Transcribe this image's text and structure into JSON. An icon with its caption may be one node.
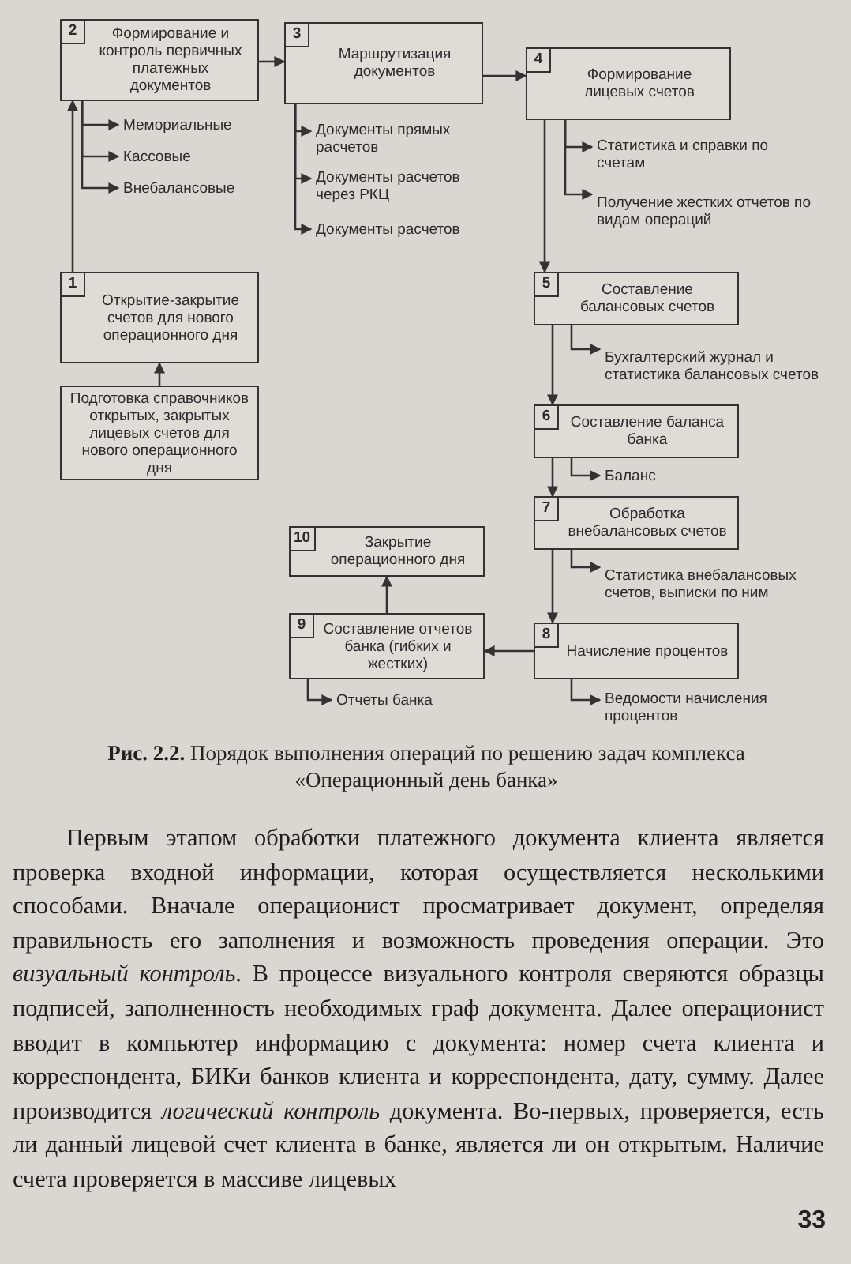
{
  "diagram": {
    "caption": "**Рис. 2.2.** Порядок выполнения операций по решению задач комплекса «Операционный день банка»",
    "nodes": [
      {
        "text": [
          "2",
          "Формирование и контроль первичных платежных документов"
        ]
      },
      {
        "text": [
          "Мемориальные"
        ]
      },
      {
        "text": [
          "Кассовые"
        ]
      },
      {
        "text": [
          "Внебалансовые"
        ]
      },
      {
        "text": [
          "3",
          "Маршрутизация документов"
        ]
      },
      {
        "text": [
          "Документы прямых расчетов"
        ]
      },
      {
        "text": [
          "Документы расчетов через РКЦ"
        ]
      },
      {
        "text": [
          "Документы расчетов"
        ]
      },
      {
        "text": [
          "4",
          "Формирование лицевых счетов"
        ]
      },
      {
        "text": [
          "Статистика и справки по счетам"
        ]
      },
      {
        "text": [
          "Получение жестких отчетов по видам операций"
        ]
      },
      {
        "text": [
          "1",
          "Открытие-закрытие счетов для нового операционного дня"
        ]
      },
      {
        "text": [
          "Подготовка справочников открытых, закрытых лицевых счетов для нового операционного дня"
        ]
      },
      {
        "text": [
          "5",
          "Составление балансовых счетов"
        ]
      },
      {
        "text": [
          "Бухгалтерский журнал и статистика балансовых счетов"
        ]
      },
      {
        "text": [
          "6",
          "Составление баланса банка"
        ]
      },
      {
        "text": [
          "Баланс"
        ]
      },
      {
        "text": [
          "7",
          "Обработка внебалансовых счетов"
        ]
      },
      {
        "text": [
          "Статистика внебалансовых счетов, выписки по ним"
        ]
      },
      {
        "text": [
          "10",
          "Закрытие операционного дня"
        ]
      },
      {
        "text": [
          "9",
          "Составление отчетов банка (гибких и жестких)"
        ]
      },
      {
        "text": [
          "Отчеты банка"
        ]
      },
      {
        "text": [
          "8",
          "Начисление процентов"
        ]
      },
      {
        "text": [
          "Ведомости начисления процентов"
        ]
      }
    ],
    "edges": [
      {
        "from": 0,
        "to": 4,
        "arrow": "to"
      },
      {
        "from": 0,
        "to": 1,
        "arrow": "to"
      },
      {
        "from": 0,
        "to": 2,
        "arrow": "to"
      },
      {
        "from": 0,
        "to": 3,
        "arrow": "to"
      },
      {
        "from": 4,
        "to": 8,
        "arrow": "to"
      },
      {
        "from": 4,
        "to": 5,
        "arrow": "to"
      },
      {
        "from": 4,
        "to": 6,
        "arrow": "to"
      },
      {
        "from": 4,
        "to": 7,
        "arrow": "to"
      },
      {
        "from": 8,
        "to": 13,
        "arrow": "to"
      },
      {
        "from": 8,
        "to": 9,
        "arrow": "to"
      },
      {
        "from": 8,
        "to": 10,
        "arrow": "to"
      },
      {
        "from": 13,
        "to": 15,
        "arrow": "to"
      },
      {
        "from": 13,
        "to": 14,
        "arrow": "to"
      },
      {
        "from": 15,
        "to": 17,
        "arrow": "to"
      },
      {
        "from": 15,
        "to": 16,
        "arrow": "to"
      },
      {
        "from": 17,
        "to": 22,
        "arrow": "to"
      },
      {
        "from": 17,
        "to": 18,
        "arrow": "to"
      },
      {
        "from": 22,
        "to": 20,
        "arrow": "to"
      },
      {
        "from": 22,
        "to": 23,
        "arrow": "to"
      },
      {
        "from": 20,
        "to": 19,
        "arrow": "to"
      },
      {
        "from": 20,
        "to": 21,
        "arrow": "to"
      },
      {
        "from": 12,
        "to": 11,
        "arrow": "to"
      },
      {
        "from": 11,
        "to": 0,
        "arrow": "to"
      }
    ],
    "labels": [
      "Первым этапом обработки платежного документа клиента является проверка входной информации, которая осуществляется несколькими способами. Вначале операционист просматривает документ, определяя правильность его заполнения и возможность проведения операции. Это *визуальный контроль*. В процессе визуального контроля сверяются образцы подписей, заполненность необходимых граф документа. Далее операционист вводит в компьютер информацию с документа: номер счета клиента и корреспондента, БИКи банков клиента и корреспондента, дату, сумму. Далее производится *логический контроль* документа. Во-первых, проверяется, есть ли данный лицевой счет клиента в банке, является ли он открытым. Наличие счета проверяется в массиве лицевых",
      "33"
    ]
  }
}
